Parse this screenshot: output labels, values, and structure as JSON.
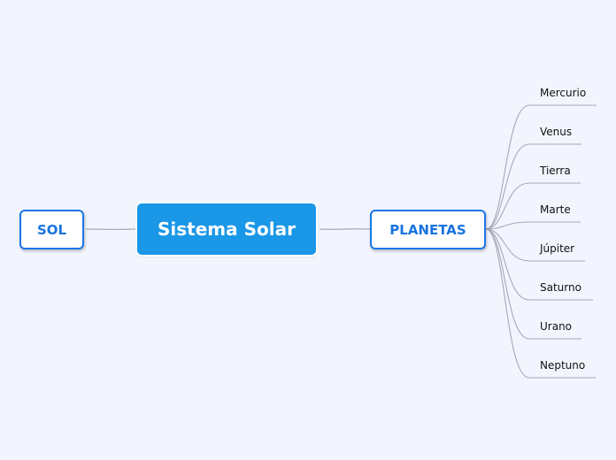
{
  "colors": {
    "background": "#f3f5fe",
    "central_fill": "#1a97e7",
    "topic_border": "#1a77e6",
    "topic_text": "#1773e0",
    "connector": "#a5a9b6"
  },
  "central_topic": {
    "label": "Sistema Solar"
  },
  "main_topics": {
    "left": {
      "label": "SOL"
    },
    "right": {
      "label": "PLANETAS"
    }
  },
  "planets": [
    {
      "label": "Mercurio"
    },
    {
      "label": "Venus"
    },
    {
      "label": "Tierra"
    },
    {
      "label": "Marte"
    },
    {
      "label": "Júpiter"
    },
    {
      "label": "Saturno"
    },
    {
      "label": "Urano"
    },
    {
      "label": "Neptuno"
    }
  ]
}
